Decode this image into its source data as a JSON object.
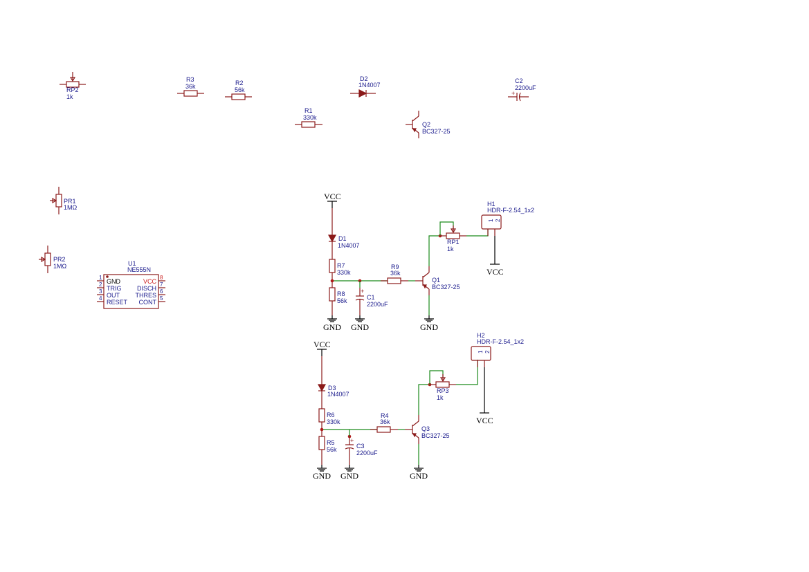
{
  "colors": {
    "symbol": "#8b1a1a",
    "wire": "#1b8a1b",
    "label": "#1a1a8c",
    "junction": "#b01a1a",
    "power": "#000000"
  },
  "power": {
    "vcc": "VCC",
    "gnd": "GND"
  },
  "parts": {
    "RP2": {
      "ref": "RP2",
      "value": "1k"
    },
    "R3": {
      "ref": "R3",
      "value": "36k"
    },
    "R2": {
      "ref": "R2",
      "value": "56k"
    },
    "D2": {
      "ref": "D2",
      "value": "1N4007"
    },
    "C2": {
      "ref": "C2",
      "value": "2200uF"
    },
    "R1": {
      "ref": "R1",
      "value": "330k"
    },
    "Q2": {
      "ref": "Q2",
      "value": "BC327-25"
    },
    "PR1": {
      "ref": "PR1",
      "value": "1MΩ"
    },
    "PR2": {
      "ref": "PR2",
      "value": "1MΩ"
    },
    "U1": {
      "ref": "U1",
      "value": "NE555N"
    },
    "D1": {
      "ref": "D1",
      "value": "1N4007"
    },
    "R7": {
      "ref": "R7",
      "value": "330k"
    },
    "R8": {
      "ref": "R8",
      "value": "56k"
    },
    "C1": {
      "ref": "C1",
      "value": "2200uF"
    },
    "R9": {
      "ref": "R9",
      "value": "36k"
    },
    "Q1": {
      "ref": "Q1",
      "value": "BC327-25"
    },
    "RP1": {
      "ref": "RP1",
      "value": "1k"
    },
    "H1": {
      "ref": "H1",
      "value": "HDR-F-2.54_1x2"
    },
    "D3": {
      "ref": "D3",
      "value": "1N4007"
    },
    "R6": {
      "ref": "R6",
      "value": "330k"
    },
    "R5": {
      "ref": "R5",
      "value": "56k"
    },
    "C3": {
      "ref": "C3",
      "value": "2200uF"
    },
    "R4": {
      "ref": "R4",
      "value": "36k"
    },
    "Q3": {
      "ref": "Q3",
      "value": "BC327-25"
    },
    "RP3": {
      "ref": "RP3",
      "value": "1k"
    },
    "H2": {
      "ref": "H2",
      "value": "HDR-F-2.54_1x2"
    }
  },
  "u1_pins": {
    "left": [
      {
        "num": "1",
        "name": "GND"
      },
      {
        "num": "2",
        "name": "TRIG"
      },
      {
        "num": "3",
        "name": "OUT"
      },
      {
        "num": "4",
        "name": "RESET"
      }
    ],
    "right": [
      {
        "num": "8",
        "name": "VCC"
      },
      {
        "num": "7",
        "name": "DISCH"
      },
      {
        "num": "6",
        "name": "THRES"
      },
      {
        "num": "5",
        "name": "CONT"
      }
    ]
  },
  "header_pins": [
    "1",
    "2"
  ],
  "cap_polarity": "+"
}
